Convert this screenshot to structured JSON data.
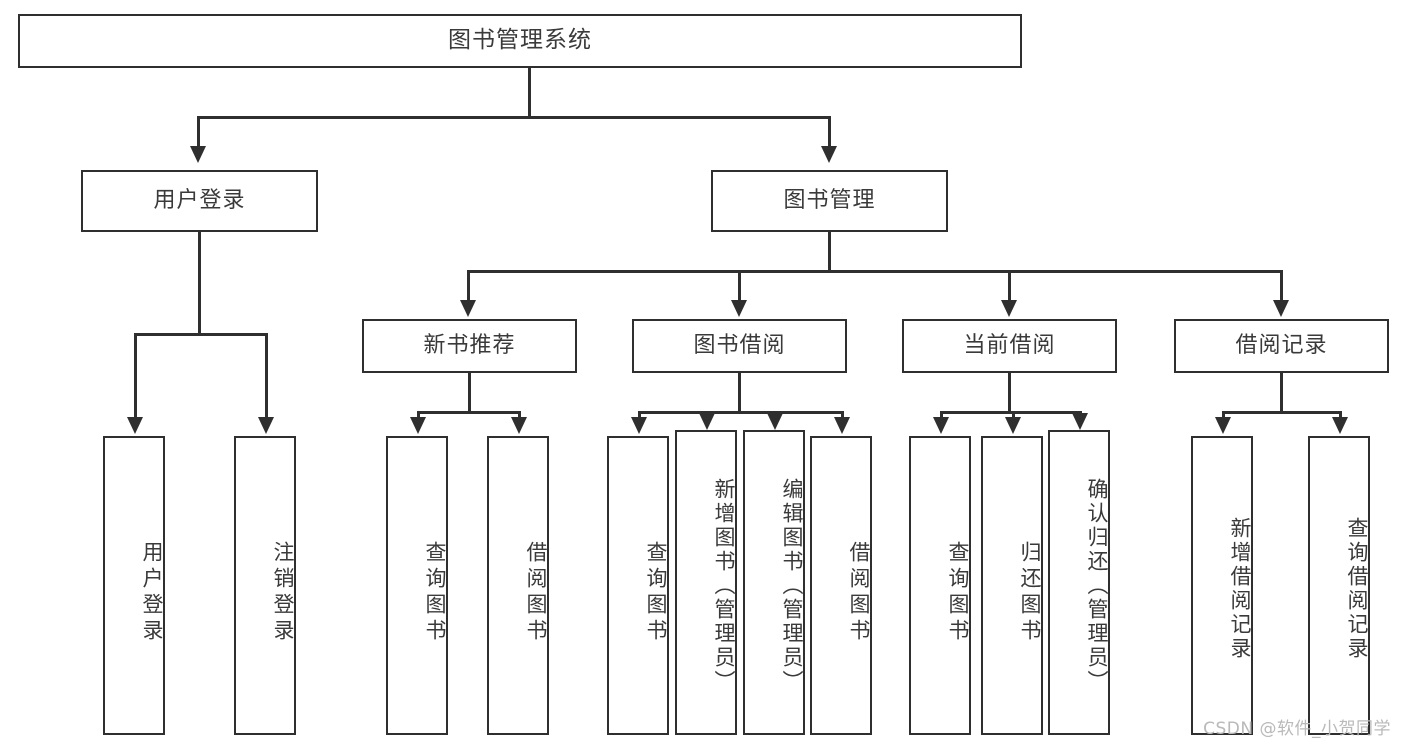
{
  "diagram": {
    "title": "图书管理系统",
    "type": "tree-hierarchy-chart",
    "watermark": "CSDN @软件_小贺同学",
    "colors": {
      "border": "#2f2f2f",
      "text": "#3a3a3a",
      "background": "#ffffff",
      "watermark": "#b9b9b9"
    }
  },
  "nodes": {
    "root": {
      "label": "图书管理系统"
    },
    "level2": [
      {
        "id": "user-login",
        "label": "用户登录"
      },
      {
        "id": "book-management",
        "label": "图书管理"
      }
    ],
    "level3": [
      {
        "id": "new-book-recommend",
        "label": "新书推荐"
      },
      {
        "id": "book-borrow",
        "label": "图书借阅"
      },
      {
        "id": "current-borrow",
        "label": "当前借阅"
      },
      {
        "id": "borrow-record",
        "label": "借阅记录"
      }
    ],
    "leaves": {
      "user_login": [
        {
          "id": "leaf-user-login",
          "label": "用户登录"
        },
        {
          "id": "leaf-logout",
          "label": "注销登录"
        }
      ],
      "new_book_recommend": [
        {
          "id": "leaf-query-book-1",
          "label": "查询图书"
        },
        {
          "id": "leaf-borrow-book-1",
          "label": "借阅图书"
        }
      ],
      "book_borrow": [
        {
          "id": "leaf-query-book-2",
          "label": "查询图书"
        },
        {
          "id": "leaf-add-book",
          "label": "新增图书（管理员）"
        },
        {
          "id": "leaf-edit-book",
          "label": "编辑图书（管理员）"
        },
        {
          "id": "leaf-borrow-book-2",
          "label": "借阅图书"
        }
      ],
      "current_borrow": [
        {
          "id": "leaf-query-book-3",
          "label": "查询图书"
        },
        {
          "id": "leaf-return-book",
          "label": "归还图书"
        },
        {
          "id": "leaf-confirm-return",
          "label": "确认归还（管理员）"
        }
      ],
      "borrow_record": [
        {
          "id": "leaf-add-record",
          "label": "新增借阅记录"
        },
        {
          "id": "leaf-query-record",
          "label": "查询借阅记录"
        }
      ]
    }
  }
}
